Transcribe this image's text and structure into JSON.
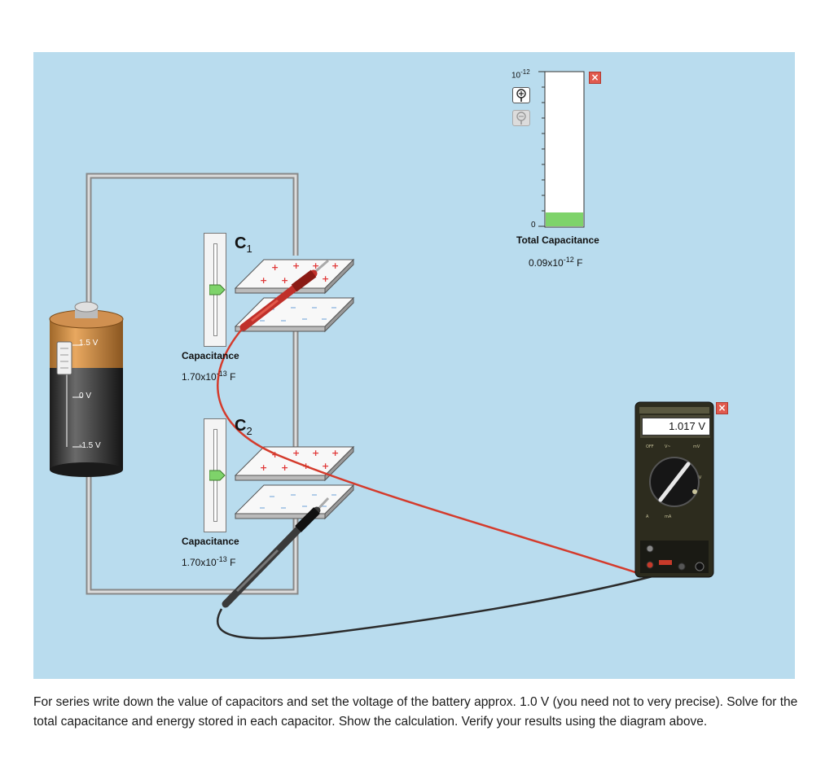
{
  "battery": {
    "top_label": "1.5 V",
    "mid_label": "0 V",
    "bottom_label": "-1.5 V"
  },
  "capacitor1": {
    "name": "C",
    "subscript": "1",
    "cap_label": "Capacitance",
    "value_mantissa": "1.70x10",
    "value_exp": "-13",
    "unit": "F",
    "slider_level": 0.5
  },
  "capacitor2": {
    "name": "C",
    "subscript": "2",
    "cap_label": "Capacitance",
    "value_mantissa": "1.70x10",
    "value_exp": "-13",
    "unit": "F",
    "slider_level": 0.5
  },
  "capacitance_meter": {
    "scale_mantissa": "10",
    "scale_exp": "-12",
    "zero_label": "0",
    "title": "Total Capacitance",
    "value_mantissa": "0.09x10",
    "value_exp": "-12",
    "unit": "F",
    "fill_fraction": 0.09,
    "zoom_in_icon": "zoom-in-icon",
    "zoom_out_icon": "zoom-out-icon",
    "close_icon": "close-icon"
  },
  "voltmeter": {
    "reading": "1.017 V",
    "close_icon": "close-icon"
  },
  "colors": {
    "background": "#b9dcee",
    "plate_plus": "#e03a3a",
    "plate_minus": "#6aa0d8",
    "fill_green": "#7ed36a",
    "probe_red": "#d43b2c",
    "probe_black": "#2b2b2b",
    "close_red": "#e05a4e"
  },
  "instructions": "For series write down the value of capacitors and set the voltage of the battery approx. 1.0 V (you need not to very precise). Solve for the total capacitance and energy stored in each capacitor. Show the calculation. Verify your results using the diagram above."
}
